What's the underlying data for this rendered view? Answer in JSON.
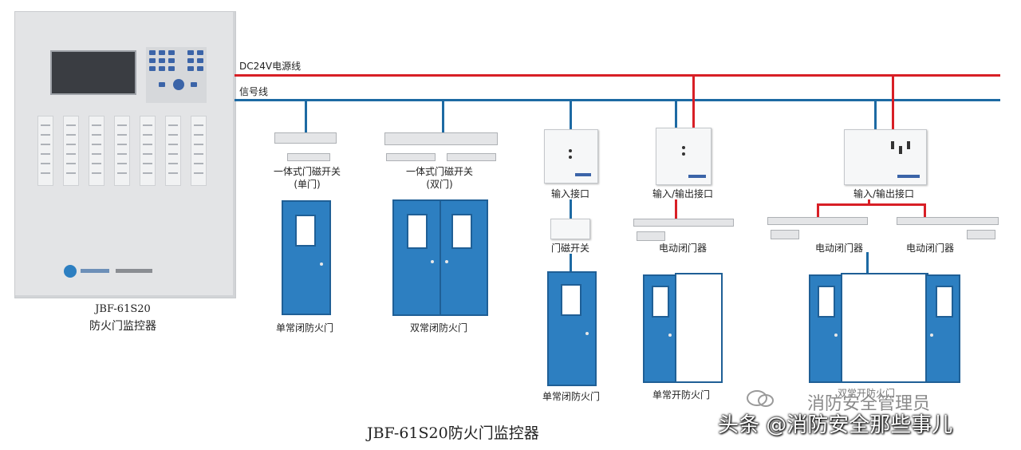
{
  "wires": {
    "power_label": "DC24V电源线",
    "signal_label": "信号线",
    "power_color": "#d81f26",
    "signal_color": "#1d6aa3"
  },
  "controller": {
    "model": "JBF-61S20",
    "name": "防火门监控器"
  },
  "devices": [
    {
      "label": "一体式门磁开关",
      "sub": "(单门)"
    },
    {
      "label": "一体式门磁开关",
      "sub": "(双门)"
    },
    {
      "label": "输入接口"
    },
    {
      "label": "门磁开关"
    },
    {
      "label": "输入/输出接口"
    },
    {
      "label": "电动闭门器"
    },
    {
      "label": "输入/输出接口"
    },
    {
      "label": "电动闭门器"
    },
    {
      "label": "电动闭门器"
    }
  ],
  "doors": [
    {
      "label": "单常闭防火门"
    },
    {
      "label": "双常闭防火门"
    },
    {
      "label": "单常闭防火门"
    },
    {
      "label": "单常开防火门"
    },
    {
      "label": "双常开防火门"
    }
  ],
  "caption": "JBF-61S20防火门监控器",
  "watermark": {
    "line1": "消防安全管理员",
    "line2": "头条 @消防安全那些事儿"
  }
}
